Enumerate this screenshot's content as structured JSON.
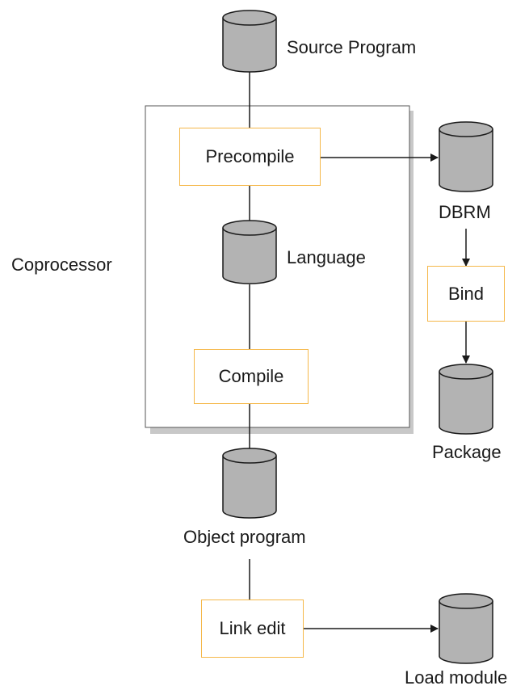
{
  "nodes": {
    "source_program": "Source Program",
    "precompile": "Precompile",
    "dbrm": "DBRM",
    "language": "Language",
    "coprocessor": "Coprocessor",
    "bind": "Bind",
    "compile": "Compile",
    "package": "Package",
    "object_program": "Object program",
    "link_edit": "Link edit",
    "load_module": "Load module"
  },
  "colors": {
    "box_border": "#f5b84a",
    "cylinder_fill": "#b3b3b3",
    "line": "#1a1a1a",
    "frame_shadow": "#c8c8c8"
  },
  "icons": [
    "database-cylinder-icon"
  ]
}
